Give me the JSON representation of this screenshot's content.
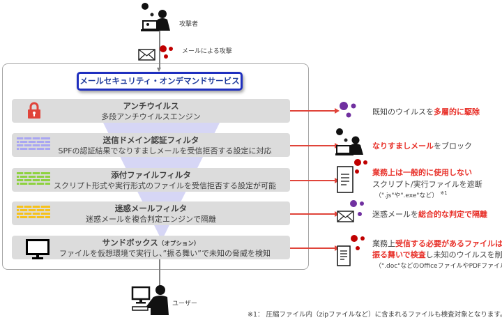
{
  "attacker": {
    "label": "攻撃者"
  },
  "mail_attack": {
    "label": "メールによる攻撃"
  },
  "service": {
    "title": "メールセキュリティ・オンデマンドサービス"
  },
  "layers": [
    {
      "title": "アンチウイルス",
      "desc": "多段アンチウイルスエンジン",
      "icon": "lock-icon",
      "color": "#e0443a"
    },
    {
      "title": "送信ドメイン認証フィルタ",
      "desc": "SPFの認証結果でなりすましメールを受信拒否する設定に対応",
      "icon": "firewall-icon",
      "color": "#a9a6f2"
    },
    {
      "title": "添付ファイルフィルタ",
      "desc": "スクリプト形式や実行形式のファイルを受信拒否する設定が可能",
      "icon": "firewall-icon",
      "color": "#8ed23f"
    },
    {
      "title": "迷惑メールフィルタ",
      "desc": "迷惑メールを複合判定エンジンで隔離",
      "icon": "firewall-icon",
      "color": "#f7c21b"
    },
    {
      "title": "サンドボックス",
      "title_option": "（オプション）",
      "desc": "ファイルを仮想環境で実行し、”振る舞い”で未知の脅威を検知",
      "icon": "monitor-icon",
      "color": "#000000"
    }
  ],
  "results": [
    {
      "icon": "virus-cluster-icon",
      "plain1": "既知のウイルスを",
      "red": "多層的に駆除"
    },
    {
      "icon": "hacker-icon",
      "red": "なりすましメール",
      "plain1": "をブロック"
    },
    {
      "icon": "document-icon",
      "red": "業務上は一般的に使用しない",
      "line2": "スクリプト/実行ファイルを遮断",
      "line3": "（\".js\"や\".exe\"など）",
      "note": "※1"
    },
    {
      "icon": "envelope-icon",
      "plain1": "迷惑メールを",
      "red": "総合的な判定で隔離"
    },
    {
      "icon": "document-icon",
      "plain1": "業務上",
      "red": "受信する必要があるファイルは",
      "red2": "振る舞いで検査",
      "plain2": "し未知のウイルスを削除",
      "line3": "（\".doc\"などのOfficeファイルやPDFファイルなど）"
    }
  ],
  "user": {
    "label": "ユーザー"
  },
  "footnote": "※1： 圧縮ファイル内（zipファイルなど）に含まれるファイルも検査対象となります。",
  "colors": {
    "accent_red": "#e8312a",
    "service_border": "#1f2fbf",
    "funnel": "#d6d6f5",
    "virus_purple": "#7030a0",
    "virus_red": "#c00000"
  }
}
